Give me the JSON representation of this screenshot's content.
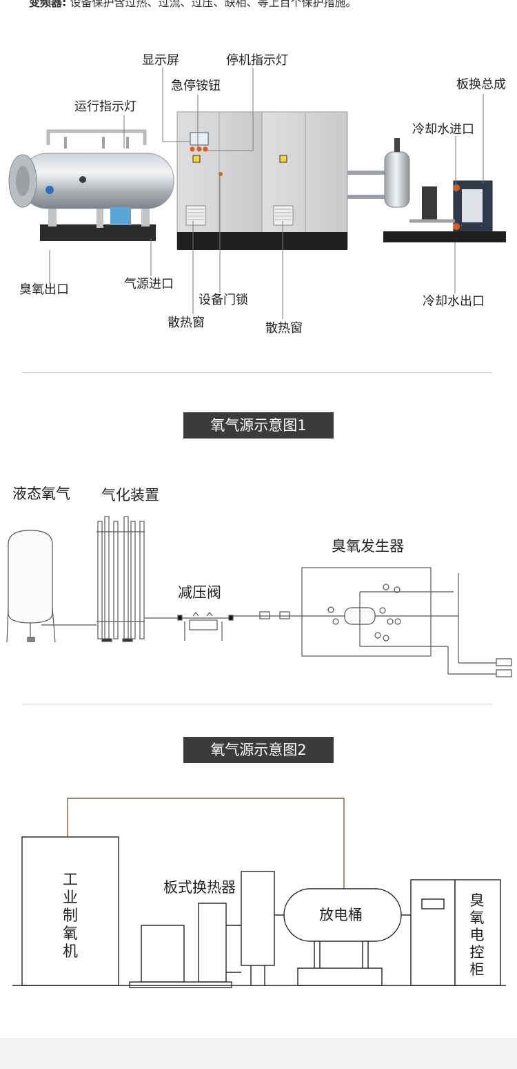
{
  "intro": {
    "prefix": "变频器:",
    "text": "设备保护含过热、过流、过压、缺相、等上百个保护措施。"
  },
  "photo_labels": {
    "display": "显示屏",
    "stop_light": "停机指示灯",
    "estop": "急停铵钮",
    "run_light": "运行指示灯",
    "plate_assembly": "板换总成",
    "cooling_in": "冷却水进口",
    "ozone_out": "臭氧出口",
    "gas_in": "气源进口",
    "door_lock": "设备门锁",
    "vent1": "散热窗",
    "vent2": "散热窗",
    "cooling_out": "冷却水出口"
  },
  "section1": {
    "title": "氧气源示意图1",
    "liquid_oxygen": "液态氧气",
    "vaporizer": "气化装置",
    "reducer": "减压阀",
    "generator": "臭氧发生器"
  },
  "section2": {
    "title": "氧气源示意图2",
    "oxygen_maker": "工业制氧机",
    "plate_exchanger": "板式换热器",
    "discharge_tank": "放电桶",
    "control_cabinet": "臭氧电控柜"
  }
}
